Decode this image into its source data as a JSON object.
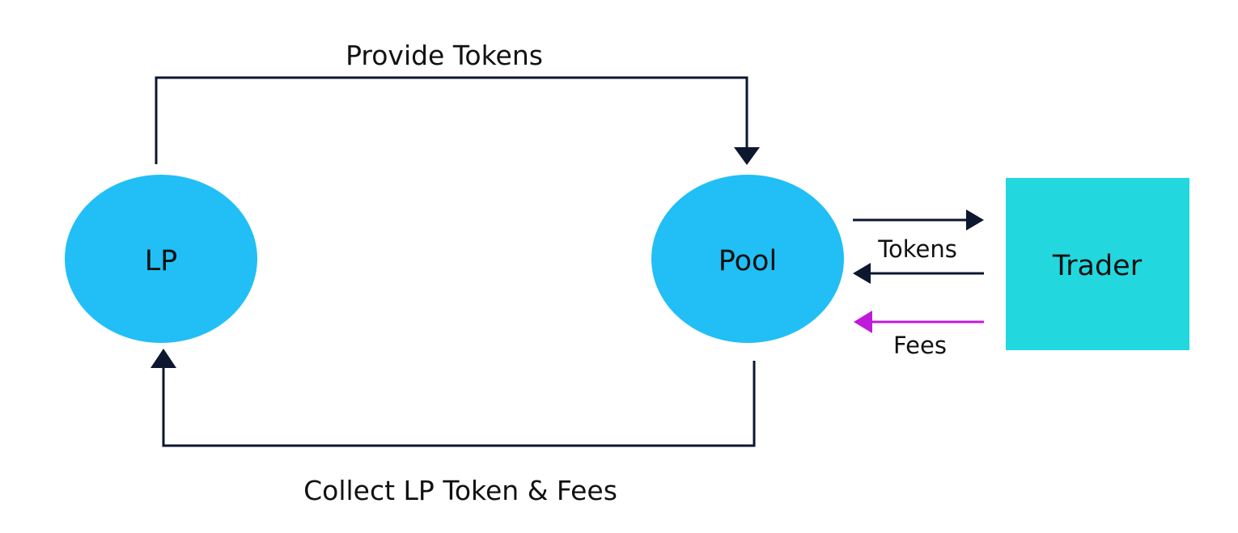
{
  "nodes": {
    "lp": {
      "label": "LP",
      "shape": "ellipse"
    },
    "pool": {
      "label": "Pool",
      "shape": "ellipse"
    },
    "trader": {
      "label": "Trader",
      "shape": "square"
    }
  },
  "edges": {
    "provide": {
      "label": "Provide Tokens",
      "from": "lp",
      "to": "pool"
    },
    "collect": {
      "label": "Collect LP Token & Fees",
      "from": "pool",
      "to": "lp"
    },
    "tokens_out": {
      "label": "",
      "from": "pool",
      "to": "trader"
    },
    "tokens_in": {
      "label": "Tokens",
      "from": "trader",
      "to": "pool"
    },
    "fees": {
      "label": "Fees",
      "from": "trader",
      "to": "pool"
    }
  },
  "colors": {
    "ellipse_fill": "#21BFF5",
    "square_fill": "#22D8DE",
    "arrow": "#0D1730",
    "fees_arrow": "#BF1AD9",
    "text": "#111111"
  }
}
